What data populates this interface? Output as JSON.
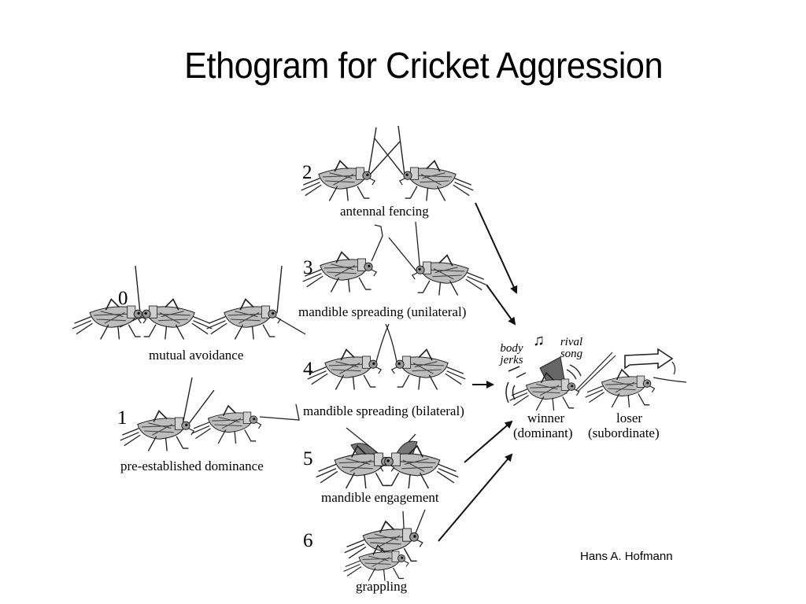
{
  "slide": {
    "title": "Ethogram for Cricket Aggression",
    "credit": "Hans A. Hofmann"
  },
  "stages": [
    {
      "number": "0",
      "label": "mutual avoidance"
    },
    {
      "number": "1",
      "label": "pre-established dominance"
    },
    {
      "number": "2",
      "label": "antennal fencing"
    },
    {
      "number": "3",
      "label": "mandible spreading (unilateral)"
    },
    {
      "number": "4",
      "label": "mandible spreading (bilateral)"
    },
    {
      "number": "5",
      "label": "mandible engagement"
    },
    {
      "number": "6",
      "label": "grappling"
    }
  ],
  "outcome": {
    "winner_label": "winner",
    "winner_sub": "(dominant)",
    "loser_label": "loser",
    "loser_sub": "(subordinate)",
    "body_jerks_1": "body",
    "body_jerks_2": "jerks",
    "rival_song_1": "rival",
    "rival_song_2": "song",
    "music_icon": "♫"
  },
  "colors": {
    "ink": "#111111",
    "body_fill": "#bdbdbd",
    "dark_fill": "#555555",
    "background": "#ffffff"
  }
}
